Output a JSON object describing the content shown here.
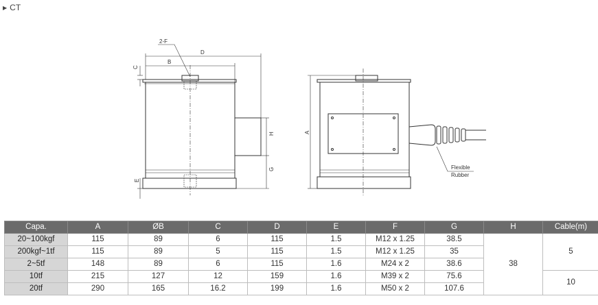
{
  "heading": {
    "marker": "▶",
    "title": "CT"
  },
  "drawing": {
    "labels": {
      "two_f": "2-F",
      "d": "D",
      "b": "B",
      "c": "C",
      "h": "H",
      "g": "G",
      "e": "E",
      "a": "A",
      "flexible": "Flexible",
      "rubber": "Rubber"
    }
  },
  "table": {
    "headers": [
      "Capa.",
      "A",
      "ØB",
      "C",
      "D",
      "E",
      "F",
      "G",
      "H",
      "Cable(m)"
    ],
    "rows": [
      {
        "capa": "20~100kgf",
        "a": "115",
        "b": "89",
        "c": "6",
        "d": "115",
        "e": "1.5",
        "f": "M12 x 1.25",
        "g": "38.5"
      },
      {
        "capa": "200kgf~1tf",
        "a": "115",
        "b": "89",
        "c": "5",
        "d": "115",
        "e": "1.5",
        "f": "M12 x 1.25",
        "g": "35"
      },
      {
        "capa": "2~5tf",
        "a": "148",
        "b": "89",
        "c": "6",
        "d": "115",
        "e": "1.6",
        "f": "M24 x 2",
        "g": "38.6"
      },
      {
        "capa": "10tf",
        "a": "215",
        "b": "127",
        "c": "12",
        "d": "159",
        "e": "1.6",
        "f": "M39 x 2",
        "g": "75.6"
      },
      {
        "capa": "20tf",
        "a": "290",
        "b": "165",
        "c": "16.2",
        "d": "199",
        "e": "1.6",
        "f": "M50 x 2",
        "g": "107.6"
      }
    ],
    "h_value": "38",
    "cable_first": "5",
    "cable_last": "10"
  }
}
